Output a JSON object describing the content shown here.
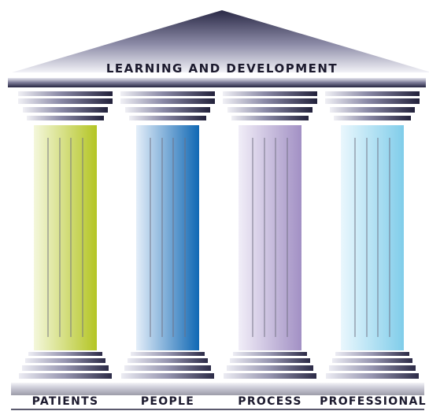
{
  "roof": {
    "title": "LEARNING AND DEVELOPMENT"
  },
  "pillars": [
    {
      "label": "PATIENTS",
      "color_light": "#f4f7dc",
      "color_dark": "#b4c524"
    },
    {
      "label": "PEOPLE",
      "color_light": "#e4eef9",
      "color_dark": "#1068b4"
    },
    {
      "label": "PROCESS",
      "color_light": "#f1eef8",
      "color_dark": "#a290c4"
    },
    {
      "label": "PROFESSIONAL",
      "color_light": "#eaf7fd",
      "color_dark": "#80cdea"
    }
  ],
  "colors": {
    "structure_light": "#d9d9e6",
    "structure_dark": "#272642"
  }
}
